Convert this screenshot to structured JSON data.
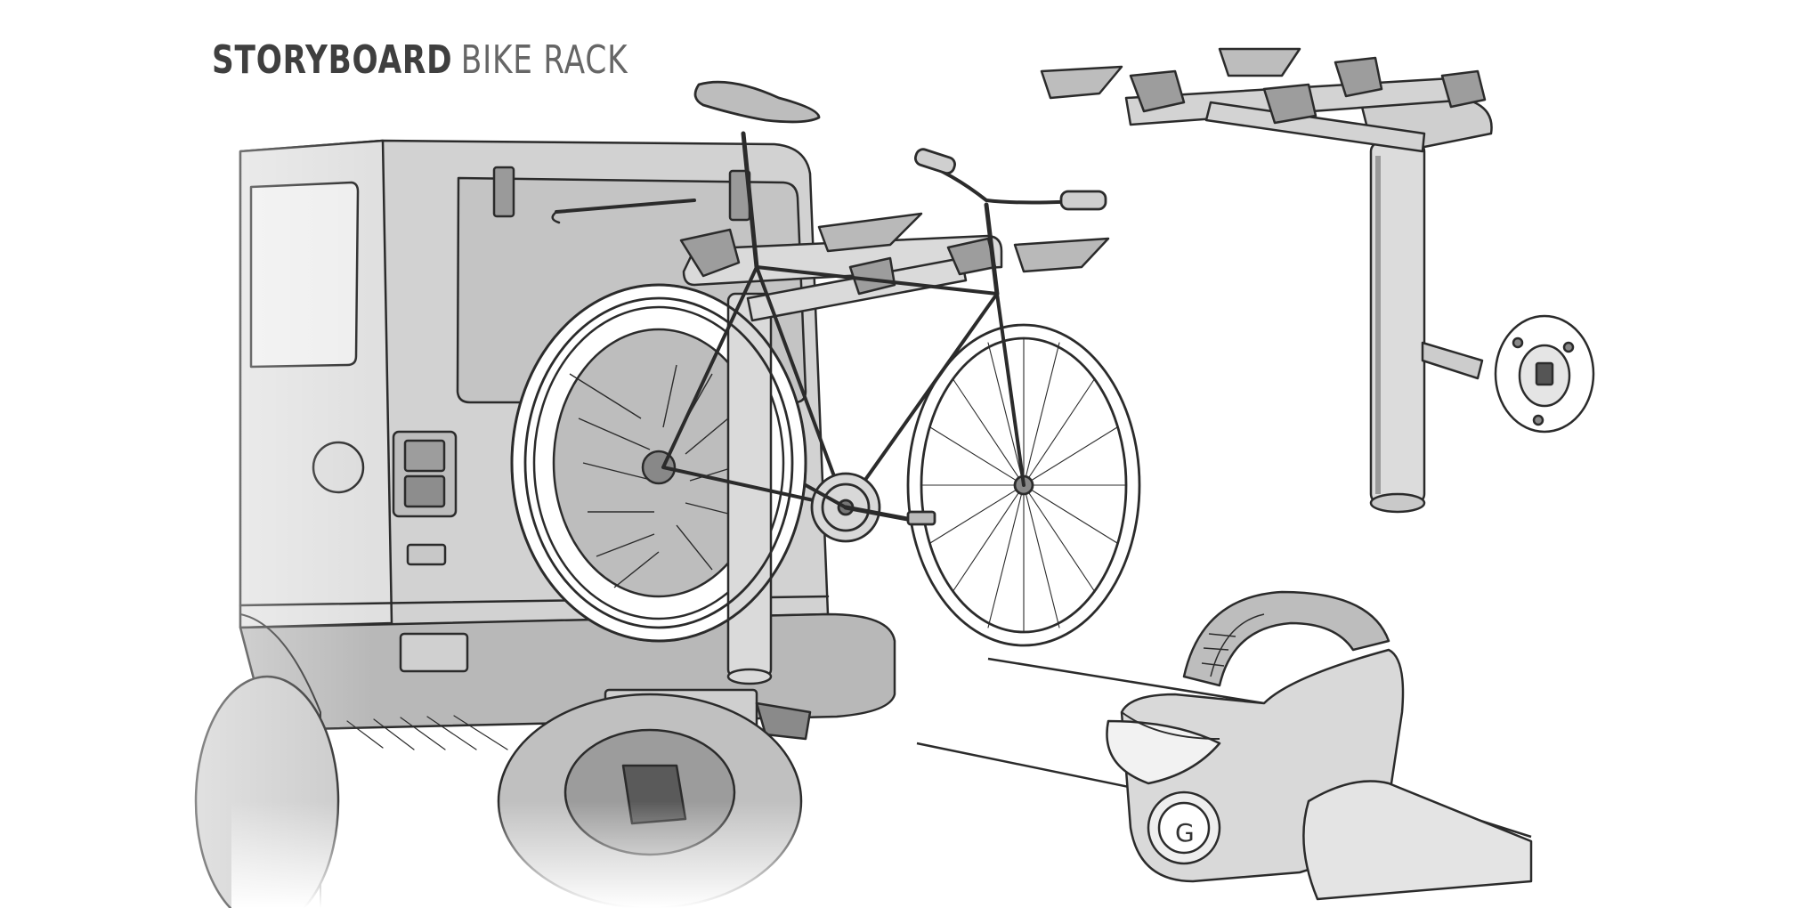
{
  "title": {
    "bold": "STORYBOARD",
    "light": "BIKE RACK"
  },
  "colors": {
    "ink": "#2b2b2b",
    "body_shade": "#cfcfcf",
    "body_shade_dark": "#a9a9a9",
    "paper": "#ffffff"
  },
  "illustration": {
    "scenes": [
      "vehicle-with-mounted-bike",
      "rack-arm-with-mount-plate",
      "cradle-closeup-with-lock"
    ],
    "icons": [
      "jeep-rear-view",
      "bicycle",
      "bike-rack",
      "mount-plate",
      "cradle-strap",
      "lock-cylinder"
    ]
  }
}
